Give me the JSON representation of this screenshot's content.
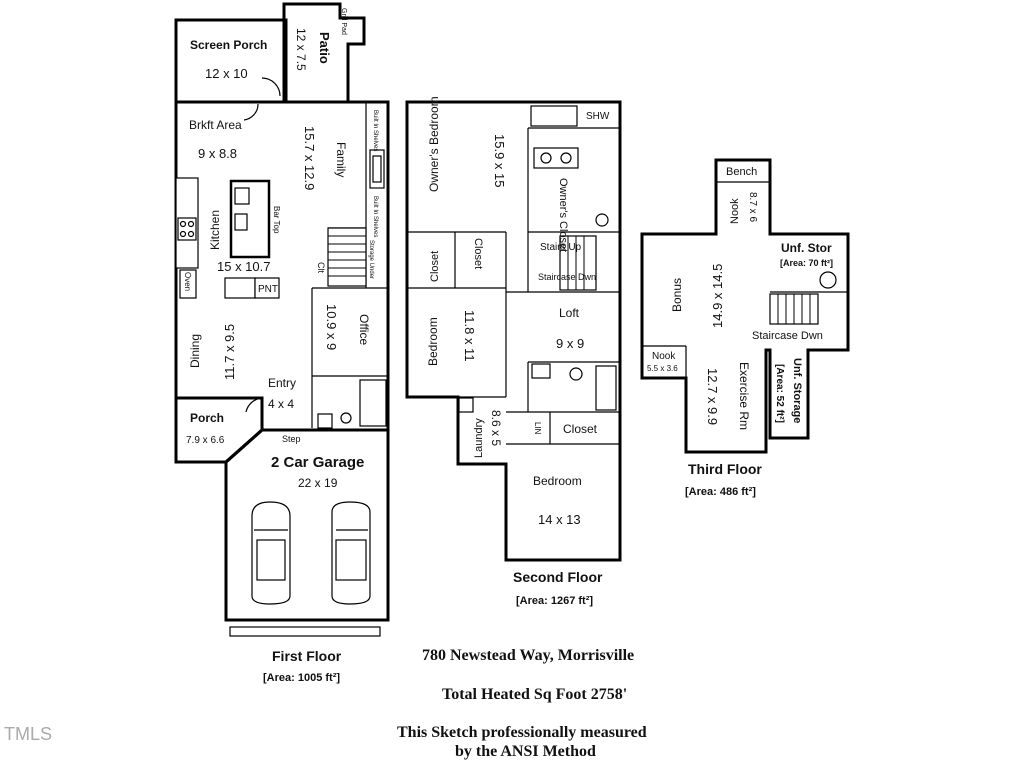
{
  "first_floor": {
    "screen_porch": "Screen Porch",
    "screen_porch_dim": "12 x 10",
    "patio": "Patio",
    "patio_dim": "12 x 7.5",
    "grill_pad": "Grill Pad",
    "brkft": "Brkft Area",
    "brkft_dim": "9 x 8.8",
    "family": "Family",
    "family_dim": "15.7 x 12.9",
    "built_in_1": "Built In Shelves",
    "built_in_2": "Built In Shelves",
    "kitchen": "Kitchen",
    "kitchen_dim": "15 x 10.7",
    "bar_top": "Bar Top",
    "storage_under": "Storage Under",
    "oven": "Oven",
    "pnt": "PNT",
    "clt": "Clt",
    "office": "Office",
    "office_dim": "10.9 x 9",
    "dining": "Dining",
    "dining_dim": "11.7 x 9.5",
    "entry": "Entry",
    "entry_dim": "4 x 4",
    "porch": "Porch",
    "porch_dim": "7.9 x 6.6",
    "step": "Step",
    "garage": "2 Car Garage",
    "garage_dim": "22 x 19",
    "title": "First Floor",
    "area": "[Area: 1005 ft²]"
  },
  "second_floor": {
    "owners_bedroom": "Owner's Bedroom",
    "owners_bedroom_dim": "15.9 x 15",
    "shw": "SHW",
    "owners_closet": "Owner's Closet",
    "closet_1": "Closet",
    "closet_2": "Closet",
    "stairs_up": "Stairs Up",
    "staircase_dwn": "Staircase Dwn",
    "bedroom_1": "Bedroom",
    "bedroom_1_dim": "11.8 x 11",
    "loft": "Loft",
    "loft_dim": "9 x 9",
    "laundry": "Laundry",
    "laundry_dim": "8.6 x 5",
    "lin": "LIN",
    "closet_3": "Closet",
    "bedroom_2": "Bedroom",
    "bedroom_2_dim": "14 x 13",
    "title": "Second Floor",
    "area": "[Area: 1267 ft²]"
  },
  "third_floor": {
    "bench": "Bench",
    "nook_1": "Nook",
    "nook_1_dim": "8.7 x 6",
    "bonus": "Bonus",
    "bonus_dim": "14.9 x 14.5",
    "unf_stor": "Unf. Stor",
    "unf_stor_area": "[Area: 70 ft²]",
    "staircase_dwn": "Staircase Dwn",
    "nook_2": "Nook",
    "nook_2_dim": "5.5 x 3.6",
    "exercise": "Exercise Rm",
    "exercise_dim": "12.7 x 9.9",
    "unf_storage": "Unf. Storage",
    "unf_storage_area": "[Area: 52 ft²]",
    "title": "Third Floor",
    "area": "[Area: 486 ft²]"
  },
  "footer": {
    "address": "780 Newstead Way, Morrisville",
    "total": "Total Heated Sq Foot 2758'",
    "note_1": "This Sketch professionally measured",
    "note_2": "by the ANSI Method",
    "watermark": "TMLS"
  }
}
